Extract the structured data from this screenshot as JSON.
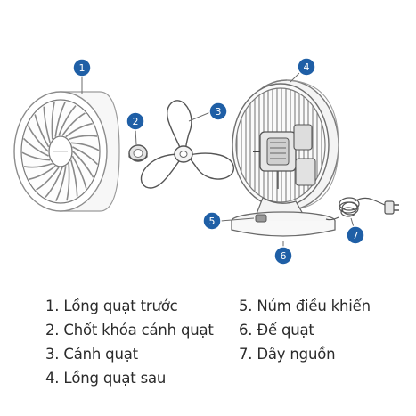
{
  "accent_color": "#1f5fa6",
  "callouts": [
    {
      "num": "1"
    },
    {
      "num": "2"
    },
    {
      "num": "3"
    },
    {
      "num": "4"
    },
    {
      "num": "5"
    },
    {
      "num": "6"
    },
    {
      "num": "7"
    }
  ],
  "legend": {
    "items": [
      "1. Lồng quạt trước",
      "2. Chốt khóa cánh quạt",
      "3. Cánh quạt",
      "4. Lồng quạt sau",
      "5. Núm điều khiển",
      "6. Đế quạt",
      "7. Dây nguồn"
    ]
  }
}
